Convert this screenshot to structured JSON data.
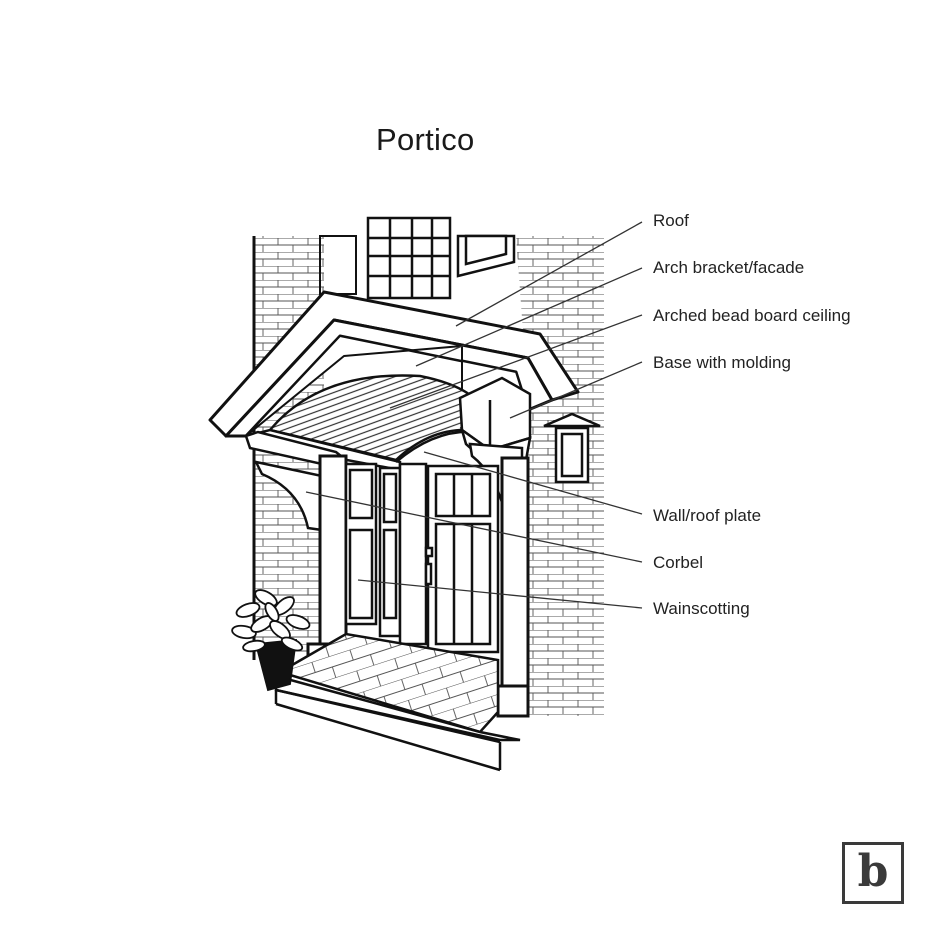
{
  "title": "Portico",
  "labels": {
    "roof": "Roof",
    "arch_bracket": "Arch bracket/facade",
    "ceiling": "Arched bead board ceiling",
    "base_molding": "Base with molding",
    "wall_plate": "Wall/roof plate",
    "corbel": "Corbel",
    "wainscotting": "Wainscotting"
  },
  "logo": {
    "letter": "b",
    "name": "b-logo"
  },
  "colors": {
    "ink": "#1a1a1a",
    "leader": "#333333",
    "background": "#ffffff"
  }
}
